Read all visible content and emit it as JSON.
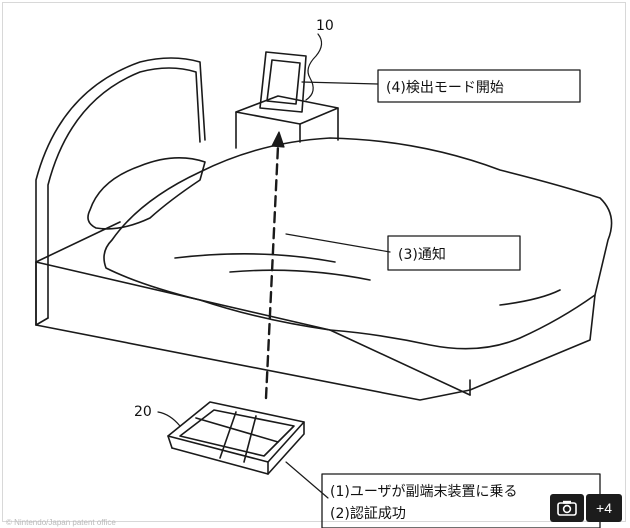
{
  "figure": {
    "ref_tablet": "10",
    "ref_board": "20",
    "callout_start": "(4)検出モード開始",
    "callout_notify": "(3)通知",
    "callout_board_line1": "(1)ユーザが副端末装置に乗る",
    "callout_board_line2": "(2)認証成功"
  },
  "overlay": {
    "camera_icon": "camera-icon",
    "count_label": "+4",
    "credit": "© Nintendo/Japan patent office"
  }
}
